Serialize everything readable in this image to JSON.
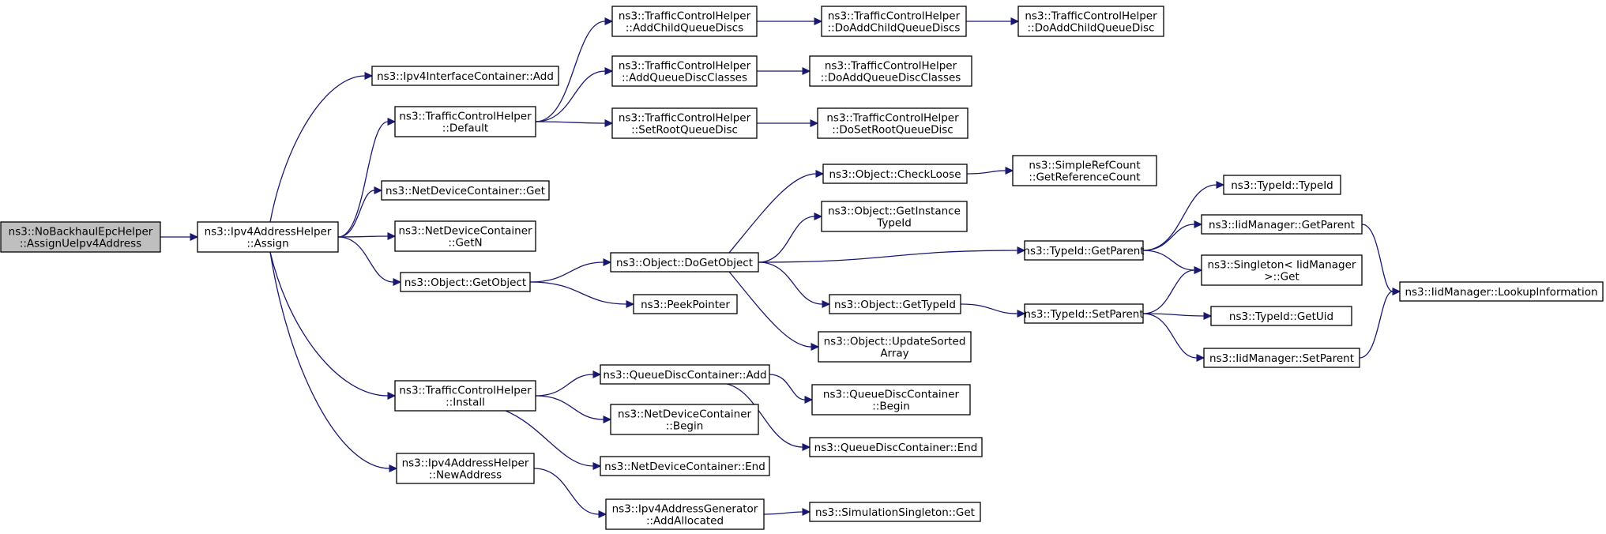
{
  "graph": {
    "colors": {
      "edge": "#191970",
      "node_border": "#000000",
      "root_fill": "#bfbfbf",
      "node_fill": "#ffffff"
    },
    "nodes": [
      {
        "id": "root",
        "lines": [
          "ns3::NoBackhaulEpcHelper",
          "::AssignUeIpv4Address"
        ],
        "root": true
      },
      {
        "id": "assign",
        "lines": [
          "ns3::Ipv4AddressHelper",
          "::Assign"
        ]
      },
      {
        "id": "ific_add",
        "lines": [
          "ns3::Ipv4InterfaceContainer::Add"
        ]
      },
      {
        "id": "tch_default",
        "lines": [
          "ns3::TrafficControlHelper",
          "::Default"
        ]
      },
      {
        "id": "ndc_get",
        "lines": [
          "ns3::NetDeviceContainer::Get"
        ]
      },
      {
        "id": "ndc_getn",
        "lines": [
          "ns3::NetDeviceContainer",
          "::GetN"
        ]
      },
      {
        "id": "obj_getobject",
        "lines": [
          "ns3::Object::GetObject"
        ]
      },
      {
        "id": "tch_install",
        "lines": [
          "ns3::TrafficControlHelper",
          "::Install"
        ]
      },
      {
        "id": "iah_newaddress",
        "lines": [
          "ns3::Ipv4AddressHelper",
          "::NewAddress"
        ]
      },
      {
        "id": "tch_addchild",
        "lines": [
          "ns3::TrafficControlHelper",
          "::AddChildQueueDiscs"
        ]
      },
      {
        "id": "tch_addclasses",
        "lines": [
          "ns3::TrafficControlHelper",
          "::AddQueueDiscClasses"
        ]
      },
      {
        "id": "tch_setroot",
        "lines": [
          "ns3::TrafficControlHelper",
          "::SetRootQueueDisc"
        ]
      },
      {
        "id": "obj_dogetobject",
        "lines": [
          "ns3::Object::DoGetObject"
        ]
      },
      {
        "id": "peekpointer",
        "lines": [
          "ns3::PeekPointer"
        ]
      },
      {
        "id": "qdc_add",
        "lines": [
          "ns3::QueueDiscContainer::Add"
        ]
      },
      {
        "id": "ndc_begin",
        "lines": [
          "ns3::NetDeviceContainer",
          "::Begin"
        ]
      },
      {
        "id": "ndc_end",
        "lines": [
          "ns3::NetDeviceContainer::End"
        ]
      },
      {
        "id": "iag_addallocated",
        "lines": [
          "ns3::Ipv4AddressGenerator",
          "::AddAllocated"
        ]
      },
      {
        "id": "tch_doaddchilds",
        "lines": [
          "ns3::TrafficControlHelper",
          "::DoAddChildQueueDiscs"
        ]
      },
      {
        "id": "tch_doaddchild",
        "lines": [
          "ns3::TrafficControlHelper",
          "::DoAddChildQueueDisc"
        ]
      },
      {
        "id": "tch_doaddclasses",
        "lines": [
          "ns3::TrafficControlHelper",
          "::DoAddQueueDiscClasses"
        ]
      },
      {
        "id": "tch_dosetroot",
        "lines": [
          "ns3::TrafficControlHelper",
          "::DoSetRootQueueDisc"
        ]
      },
      {
        "id": "obj_checkloose",
        "lines": [
          "ns3::Object::CheckLoose"
        ]
      },
      {
        "id": "obj_getinstancetypeid",
        "lines": [
          "ns3::Object::GetInstance",
          "TypeId"
        ]
      },
      {
        "id": "obj_gettypeid",
        "lines": [
          "ns3::Object::GetTypeId"
        ]
      },
      {
        "id": "obj_updatesorted",
        "lines": [
          "ns3::Object::UpdateSorted",
          "Array"
        ]
      },
      {
        "id": "qdc_begin",
        "lines": [
          "ns3::QueueDiscContainer",
          "::Begin"
        ]
      },
      {
        "id": "qdc_end",
        "lines": [
          "ns3::QueueDiscContainer::End"
        ]
      },
      {
        "id": "simsingleton_get",
        "lines": [
          "ns3::SimulationSingleton::Get"
        ]
      },
      {
        "id": "src_getrefcount",
        "lines": [
          "ns3::SimpleRefCount",
          "::GetReferenceCount"
        ]
      },
      {
        "id": "typeid_getparent",
        "lines": [
          "ns3::TypeId::GetParent"
        ]
      },
      {
        "id": "typeid_setparent",
        "lines": [
          "ns3::TypeId::SetParent"
        ]
      },
      {
        "id": "typeid_typeid",
        "lines": [
          "ns3::TypeId::TypeId"
        ]
      },
      {
        "id": "iidm_getparent",
        "lines": [
          "ns3::IidManager::GetParent"
        ]
      },
      {
        "id": "singleton_get",
        "lines": [
          "ns3::Singleton< IidManager",
          " >::Get"
        ]
      },
      {
        "id": "typeid_getuid",
        "lines": [
          "ns3::TypeId::GetUid"
        ]
      },
      {
        "id": "iidm_setparent",
        "lines": [
          "ns3::IidManager::SetParent"
        ]
      },
      {
        "id": "iidm_lookup",
        "lines": [
          "ns3::IidManager::LookupInformation"
        ]
      }
    ],
    "edges": [
      [
        "root",
        "assign"
      ],
      [
        "assign",
        "ific_add"
      ],
      [
        "assign",
        "tch_default"
      ],
      [
        "assign",
        "ndc_get"
      ],
      [
        "assign",
        "ndc_getn"
      ],
      [
        "assign",
        "obj_getobject"
      ],
      [
        "assign",
        "tch_install"
      ],
      [
        "assign",
        "iah_newaddress"
      ],
      [
        "tch_default",
        "tch_addchild"
      ],
      [
        "tch_default",
        "tch_addclasses"
      ],
      [
        "tch_default",
        "tch_setroot"
      ],
      [
        "tch_addchild",
        "tch_doaddchilds"
      ],
      [
        "tch_doaddchilds",
        "tch_doaddchild"
      ],
      [
        "tch_addclasses",
        "tch_doaddclasses"
      ],
      [
        "tch_setroot",
        "tch_dosetroot"
      ],
      [
        "obj_getobject",
        "obj_dogetobject"
      ],
      [
        "obj_getobject",
        "peekpointer"
      ],
      [
        "obj_dogetobject",
        "obj_checkloose"
      ],
      [
        "obj_dogetobject",
        "obj_getinstancetypeid"
      ],
      [
        "obj_dogetobject",
        "typeid_getparent"
      ],
      [
        "obj_dogetobject",
        "obj_gettypeid"
      ],
      [
        "obj_dogetobject",
        "obj_updatesorted"
      ],
      [
        "obj_checkloose",
        "src_getrefcount"
      ],
      [
        "obj_gettypeid",
        "typeid_setparent"
      ],
      [
        "typeid_getparent",
        "typeid_typeid"
      ],
      [
        "typeid_getparent",
        "iidm_getparent"
      ],
      [
        "typeid_getparent",
        "singleton_get"
      ],
      [
        "typeid_setparent",
        "singleton_get"
      ],
      [
        "typeid_setparent",
        "typeid_getuid"
      ],
      [
        "typeid_setparent",
        "iidm_setparent"
      ],
      [
        "iidm_getparent",
        "iidm_lookup"
      ],
      [
        "iidm_setparent",
        "iidm_lookup"
      ],
      [
        "tch_install",
        "qdc_add"
      ],
      [
        "tch_install",
        "ndc_begin"
      ],
      [
        "tch_install",
        "ndc_end"
      ],
      [
        "qdc_add",
        "qdc_begin"
      ],
      [
        "qdc_add",
        "qdc_end"
      ],
      [
        "iah_newaddress",
        "iag_addallocated"
      ],
      [
        "iag_addallocated",
        "simsingleton_get"
      ]
    ]
  }
}
